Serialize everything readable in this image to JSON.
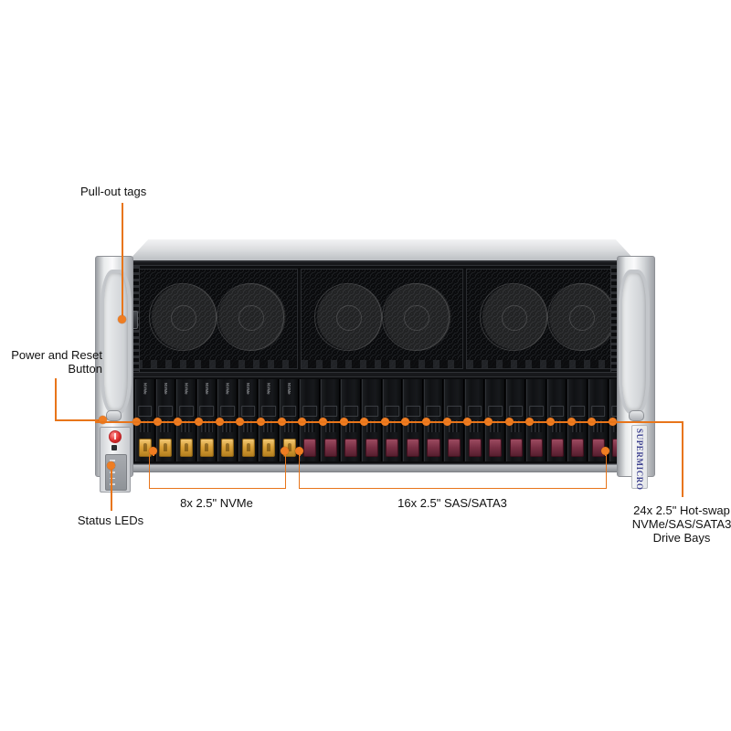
{
  "diagram": {
    "title": "Supermicro 4U server front view with drive bay callouts",
    "accent_color": "#e8751a",
    "dot_color": "#ef7d22"
  },
  "callouts": [
    {
      "id": "pullout-tags",
      "label": "Pull-out tags"
    },
    {
      "id": "power-reset",
      "label": "Power and Reset\nButton"
    },
    {
      "id": "status-leds",
      "label": "Status LEDs"
    },
    {
      "id": "nvme-group",
      "label": "8x 2.5\" NVMe"
    },
    {
      "id": "sas-group",
      "label": "16x 2.5\" SAS/SATA3"
    },
    {
      "id": "all-bays",
      "label": "24x 2.5\" Hot-swap\nNVMe/SAS/SATA3\nDrive Bays"
    }
  ],
  "chassis": {
    "brand": "SUPERMICRO",
    "fan_panels": 3,
    "drive_bays": {
      "total": 24,
      "nvme_count": 8,
      "sas_count": 16,
      "nvme_tag": "NVMe",
      "nvme_latch_color": "#d9a038",
      "sas_latch_color": "#7a3045"
    },
    "control_panel": {
      "power_button": "power-button",
      "reset_button": "reset-button",
      "status_led_count": 5
    }
  }
}
